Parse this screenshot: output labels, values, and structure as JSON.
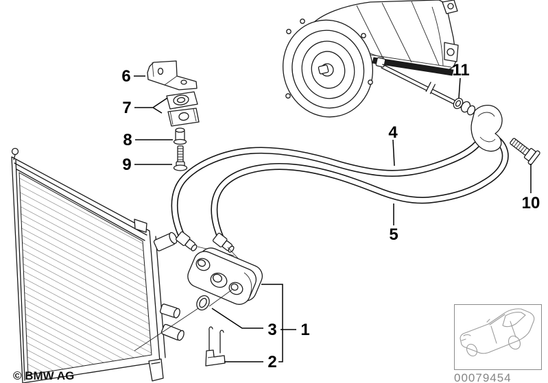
{
  "diagram": {
    "copyright": "© BMW AG",
    "image_number": "00079454",
    "callouts": [
      {
        "label": "1"
      },
      {
        "label": "2"
      },
      {
        "label": "3"
      },
      {
        "label": "4"
      },
      {
        "label": "5"
      },
      {
        "label": "6"
      },
      {
        "label": "7"
      },
      {
        "label": "8"
      },
      {
        "label": "9"
      },
      {
        "label": "10"
      },
      {
        "label": "11"
      }
    ],
    "colors": {
      "line": "#1a1a1a",
      "label": "#000000",
      "muted_text": "#858585",
      "thumbnail_line": "#9b9b9b"
    }
  }
}
